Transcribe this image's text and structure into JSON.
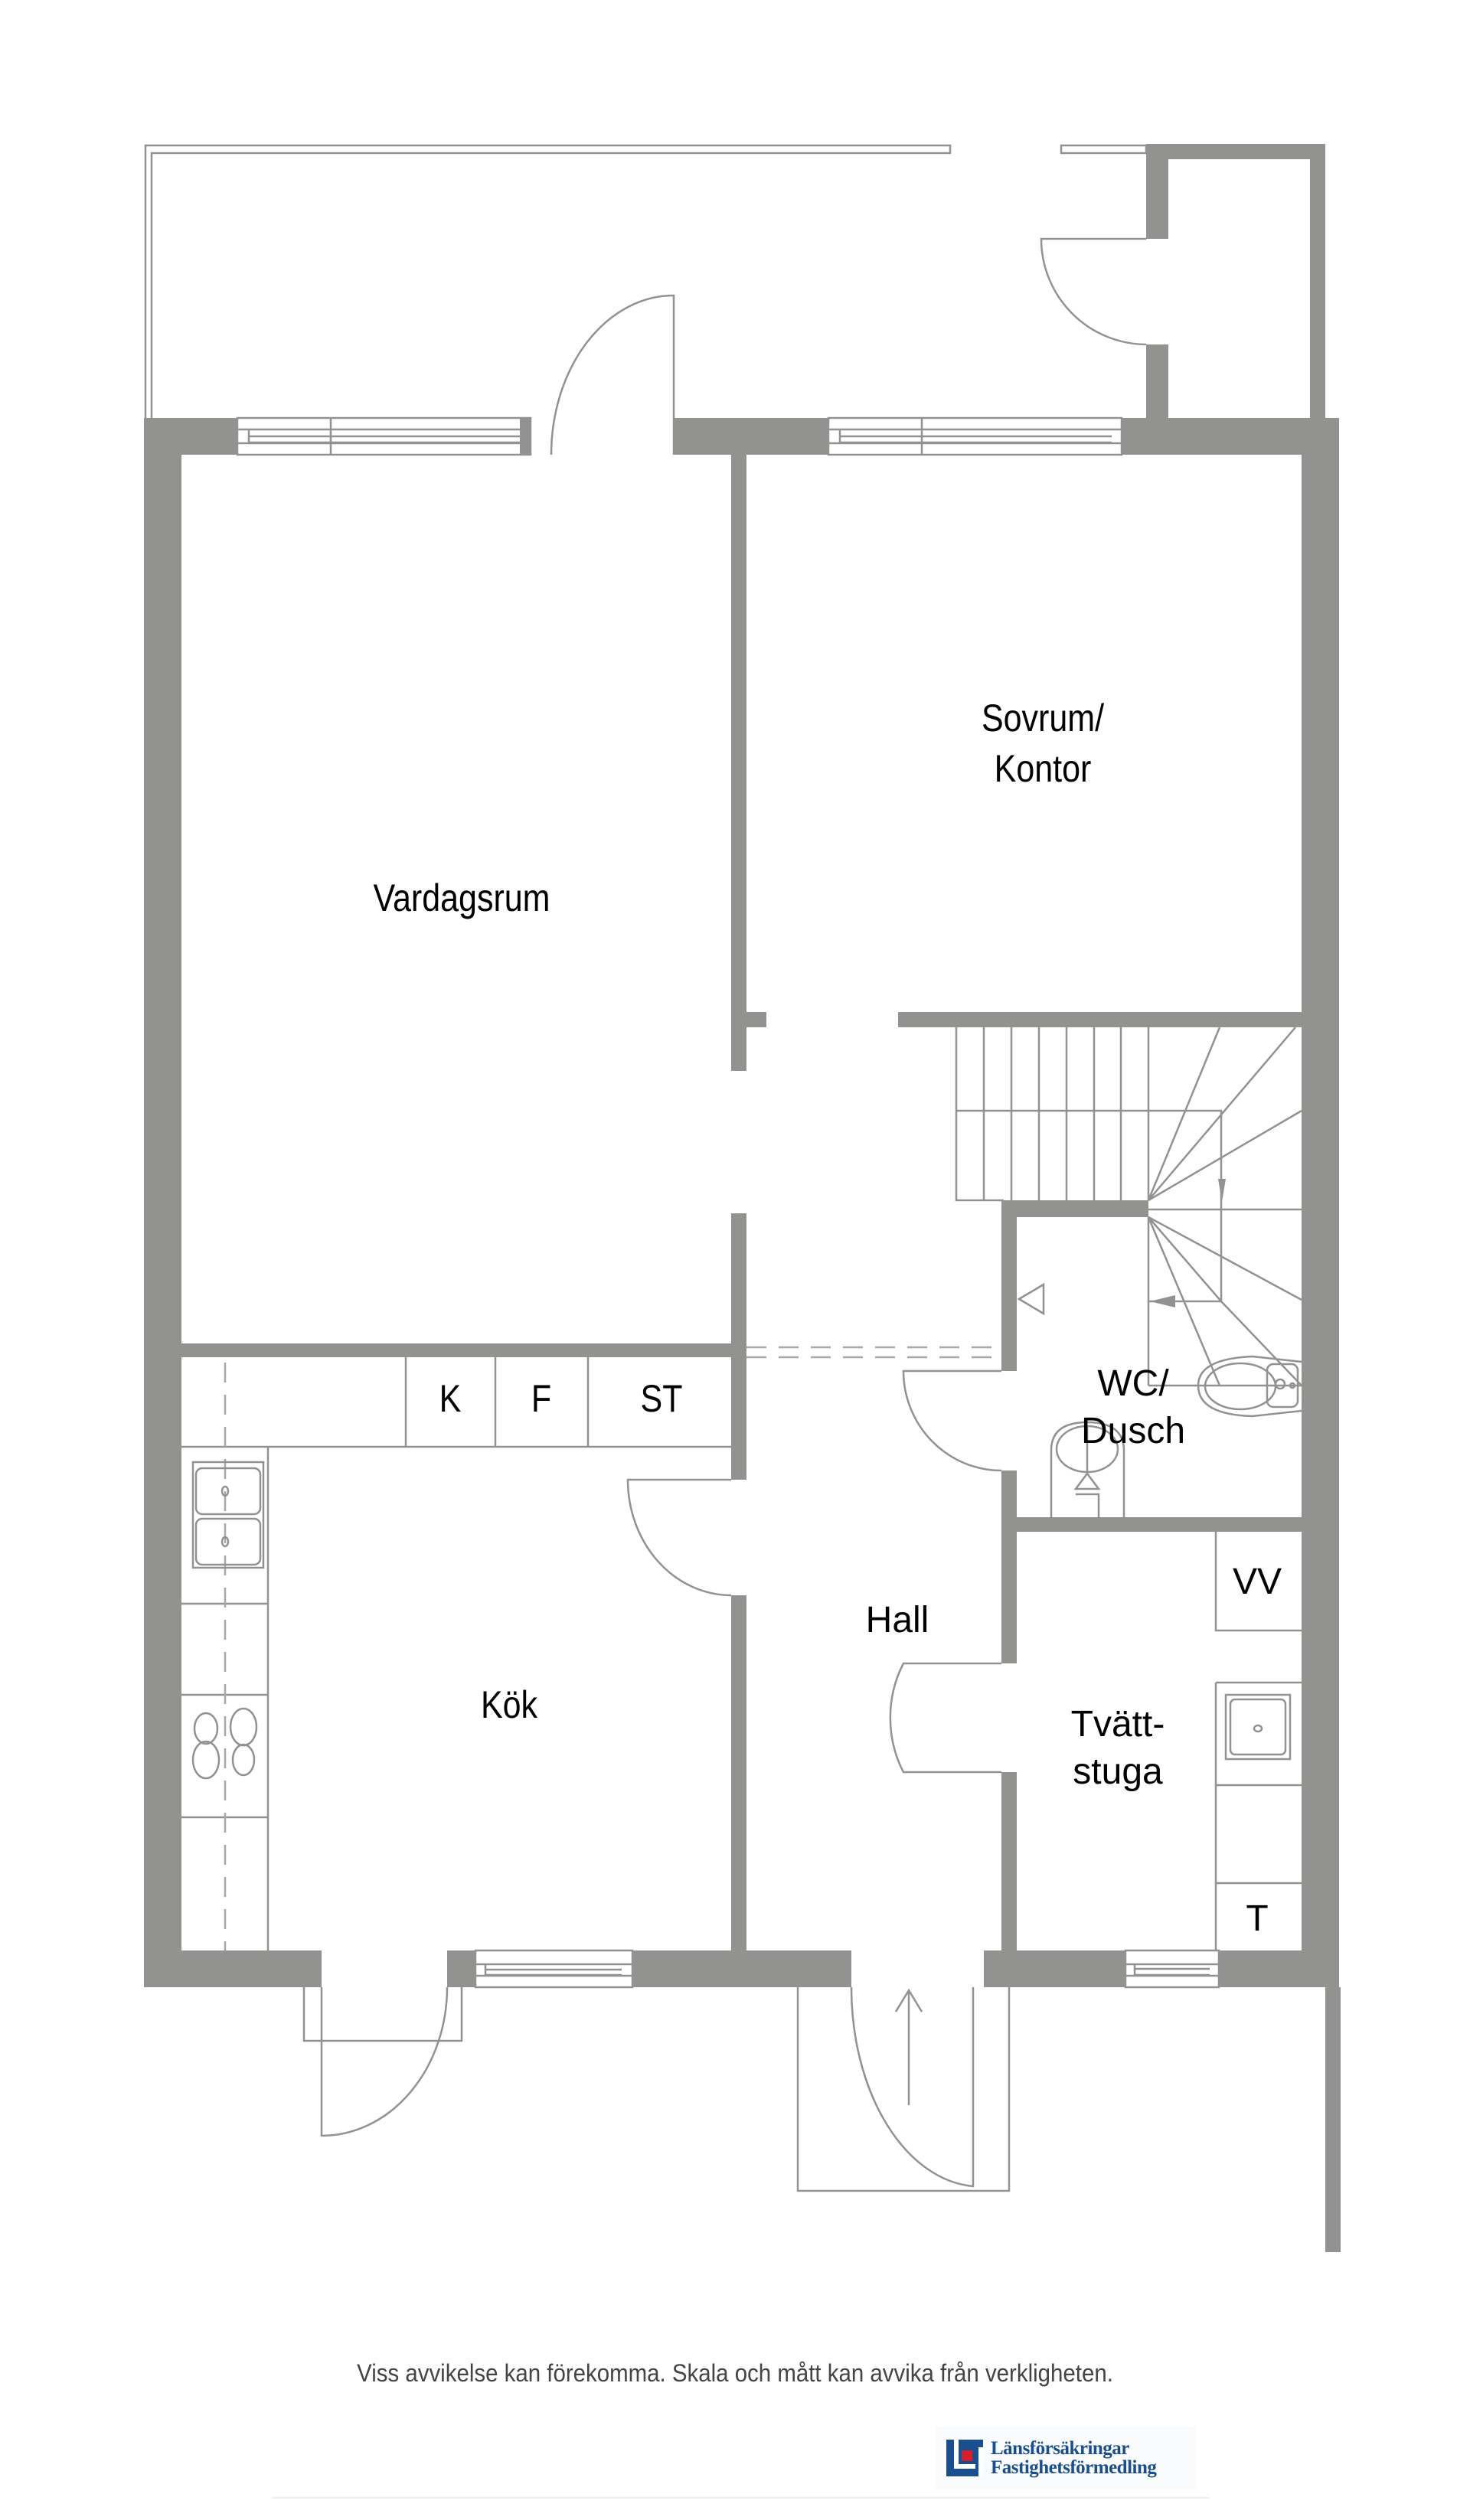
{
  "floorplan": {
    "rooms": [
      {
        "id": "vardagsrum",
        "label_lines": [
          "Vardagsrum"
        ]
      },
      {
        "id": "sovrum",
        "label_lines": [
          "Sovrum/",
          "Kontor"
        ]
      },
      {
        "id": "kok",
        "label_lines": [
          "Kök"
        ]
      },
      {
        "id": "hall",
        "label_lines": [
          "Hall"
        ]
      },
      {
        "id": "wc",
        "label_lines": [
          "WC/",
          "Dusch"
        ]
      },
      {
        "id": "tvatt",
        "label_lines": [
          "Tvätt-",
          "stuga"
        ]
      }
    ],
    "appliances": {
      "fridge": "K",
      "freezer": "F",
      "cabinet": "ST",
      "water_heater": "VV",
      "dryer": "T"
    },
    "colors": {
      "wall": "#929290",
      "line": "#929290",
      "text": "#000000",
      "brand_blue": "#1a4f8f",
      "brand_red": "#d4202a"
    }
  },
  "footer": {
    "disclaimer": "Viss avvikelse kan förekomma. Skala och mått kan avvika från verkligheten.",
    "brand_line1": "Länsförsäkringar",
    "brand_line2": "Fastighetsförmedling"
  }
}
